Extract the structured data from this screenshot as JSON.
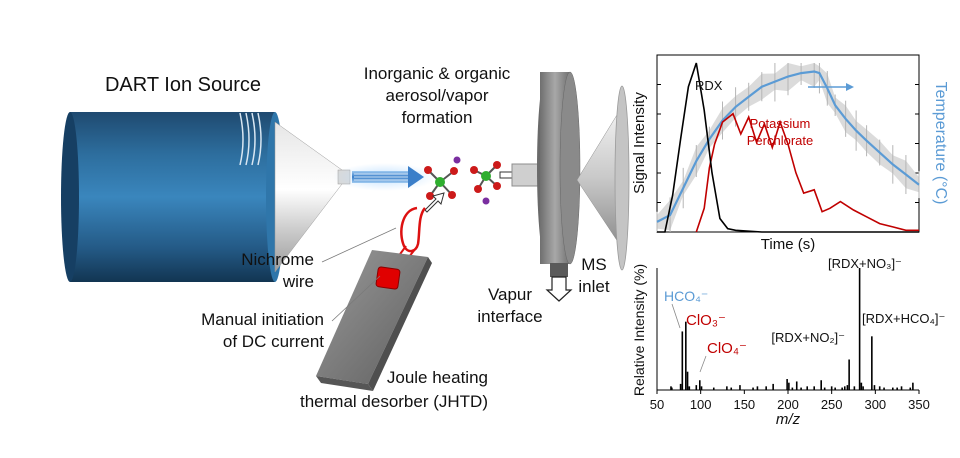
{
  "colors": {
    "red_series": "#C00000",
    "blue_series": "#5B9BD5",
    "black": "#000000",
    "source_blue": "#1F5A85",
    "plate_gray": "#808080",
    "device_gray": "#7F7F7F",
    "button_red": "#E00000"
  },
  "labels": {
    "dart_title": "DART Ion Source",
    "aerosol_line1": "Inorganic & organic",
    "aerosol_line2": "aerosol/vapor",
    "aerosol_line3": "formation",
    "nichrome_line1": "Nichrome",
    "nichrome_line2": "wire",
    "manual_line1": "Manual initiation",
    "manual_line2": "of DC current",
    "vapur_line1": "Vapur",
    "vapur_line2": "interface",
    "ms_line1": "MS",
    "ms_line2": "inlet",
    "jhtd_line1": "Joule heating",
    "jhtd_line2": "thermal desorber (JHTD)"
  },
  "chart_data": [
    {
      "type": "line",
      "xlabel": "Time (s)",
      "ylabel": "Signal Intensity",
      "y2label": "Temperature (°C)",
      "grid": false,
      "x_range": [
        0,
        100
      ],
      "y_range": [
        0,
        100
      ],
      "series": [
        {
          "name": "RDX",
          "color": "#000000",
          "x": [
            0,
            3,
            6,
            9,
            12,
            15,
            18,
            21,
            24,
            27,
            30,
            35,
            40,
            50,
            60,
            75,
            100
          ],
          "y": [
            0,
            0,
            22,
            55,
            86,
            100,
            72,
            35,
            8,
            2,
            1,
            0.5,
            0,
            0,
            0,
            0,
            0
          ]
        },
        {
          "name": "Potassium Perchlorate",
          "color": "#C00000",
          "x": [
            15,
            18,
            20,
            22,
            25,
            29,
            32,
            35,
            38,
            41,
            44,
            47,
            50,
            53,
            56,
            60,
            63,
            66,
            70,
            75,
            80,
            85,
            90,
            95,
            100
          ],
          "y": [
            0,
            14,
            38,
            52,
            65,
            70,
            58,
            68,
            53,
            64,
            50,
            65,
            52,
            35,
            23,
            25,
            12,
            14,
            18,
            13,
            9,
            5,
            3,
            1,
            1
          ]
        },
        {
          "name": "Temperature",
          "color": "#5B9BD5",
          "axis": "right",
          "x": [
            0,
            5,
            10,
            15,
            20,
            25,
            30,
            35,
            40,
            45,
            50,
            55,
            60,
            62,
            65,
            68,
            72,
            76,
            80,
            85,
            90,
            95,
            100
          ],
          "y": [
            6,
            10,
            26,
            42,
            55,
            66,
            74,
            80,
            86,
            89,
            92,
            94,
            95,
            94,
            85,
            75,
            67,
            60,
            54,
            47,
            40,
            34,
            28
          ]
        }
      ],
      "annotations": [
        "RDX",
        "Potassium",
        "Perchlorate"
      ]
    },
    {
      "type": "bar",
      "xlabel": "m/z",
      "ylabel": "Relative Intensity (%)",
      "xlim": [
        50,
        350
      ],
      "xticks": [
        50,
        100,
        150,
        200,
        250,
        300,
        350
      ],
      "ylim": [
        0,
        100
      ],
      "x": [
        66,
        67,
        77,
        79,
        83,
        85,
        87,
        95,
        99,
        101,
        115,
        130,
        135,
        145,
        160,
        165,
        175,
        183,
        199,
        201,
        205,
        210,
        215,
        222,
        230,
        238,
        242,
        250,
        254,
        262,
        265,
        268,
        270,
        276,
        282,
        284,
        286,
        296,
        299,
        305,
        310,
        320,
        325,
        330,
        340,
        343
      ],
      "values": [
        3,
        2,
        5,
        48,
        56,
        15,
        3,
        4,
        8,
        3,
        2,
        3,
        2,
        4,
        2,
        3,
        3,
        5,
        9,
        6,
        2,
        7,
        2,
        3,
        3,
        8,
        2,
        3,
        2,
        2,
        3,
        4,
        25,
        3,
        100,
        6,
        3,
        44,
        4,
        3,
        2,
        2,
        2,
        3,
        2,
        6
      ],
      "peak_labels": [
        {
          "text": "HCO₄⁻",
          "color": "#5B9BD5"
        },
        {
          "text": "ClO₃⁻",
          "color": "#C00000"
        },
        {
          "text": "ClO₄⁻",
          "color": "#C00000"
        },
        {
          "text": "[RDX+NO₂]⁻",
          "color": "#000000"
        },
        {
          "text": "[RDX+NO₃]⁻",
          "color": "#000000"
        },
        {
          "text": "[RDX+HCO₄]⁻",
          "color": "#000000"
        }
      ]
    }
  ]
}
